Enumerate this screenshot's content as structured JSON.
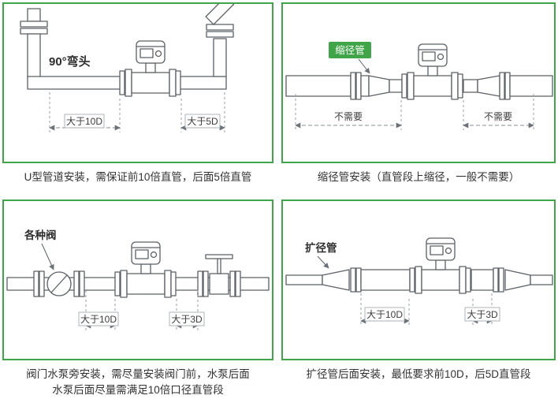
{
  "colors": {
    "panel_border": "#3fa548",
    "text": "#333333",
    "line": "#5b6066",
    "dim_line": "#858c93"
  },
  "icons": {
    "flowmeter": "electromagnetic-flowmeter",
    "butterfly_valve": "butterfly-valve",
    "gate_valve": "gate-valve-with-handle"
  },
  "panels": [
    {
      "id": "u-pipe",
      "caption": "U型管道安装，需保证前10倍直管，后面5倍直管",
      "labels": {
        "elbow": "90°弯头",
        "dim_left": "大于10D",
        "dim_right": "大于5D"
      }
    },
    {
      "id": "reducer",
      "caption": "缩径管安装（直管段上缩径，一般不需要）",
      "labels": {
        "tag": "缩径管",
        "dim_left": "不需要",
        "dim_right": "不需要"
      }
    },
    {
      "id": "valve-pump",
      "caption_line1": "阀门水泵旁安装，需尽量安装阀门前，水泵后面",
      "caption_line2": "水泵后面尽量需满足10倍口径直管段",
      "labels": {
        "tag": "各种阀",
        "dim_left": "大于10D",
        "dim_right": "大于3D"
      }
    },
    {
      "id": "expander",
      "caption": "扩径管后面安装，最低要求前10D，后5D直管段",
      "labels": {
        "tag": "扩径管",
        "dim_left": "大于10D",
        "dim_right": "大于3D"
      }
    }
  ]
}
